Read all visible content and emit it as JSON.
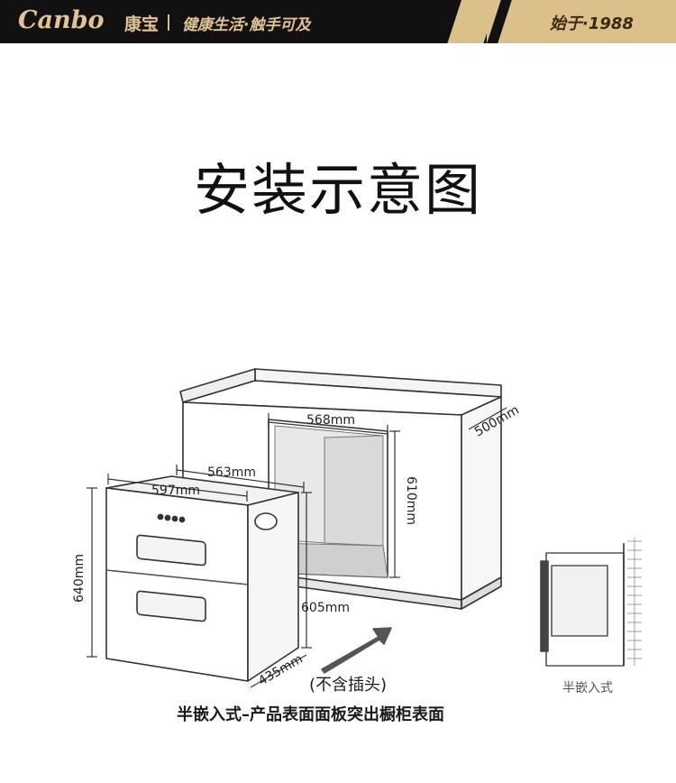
{
  "header": {
    "brand_logo": "Canbo",
    "brand_cn": "康宝",
    "slogan": "健康生活·触手可及",
    "since": "始于·1988",
    "colors": {
      "banner_bg": "#111111",
      "gold": "#dcc08a"
    }
  },
  "title": "安装示意图",
  "dimensions": {
    "cabinet_opening_width": "568mm",
    "cabinet_opening_height": "610mm",
    "cabinet_depth": "500mm",
    "unit_depth_top": "563mm",
    "unit_width": "597mm",
    "unit_height": "640mm",
    "recess_height": "605mm",
    "unit_depth": "435mm"
  },
  "plug_note": "(不含插头)",
  "caption": "半嵌入式–产品表面面板突出橱柜表面",
  "side_view_label": "半嵌入式"
}
